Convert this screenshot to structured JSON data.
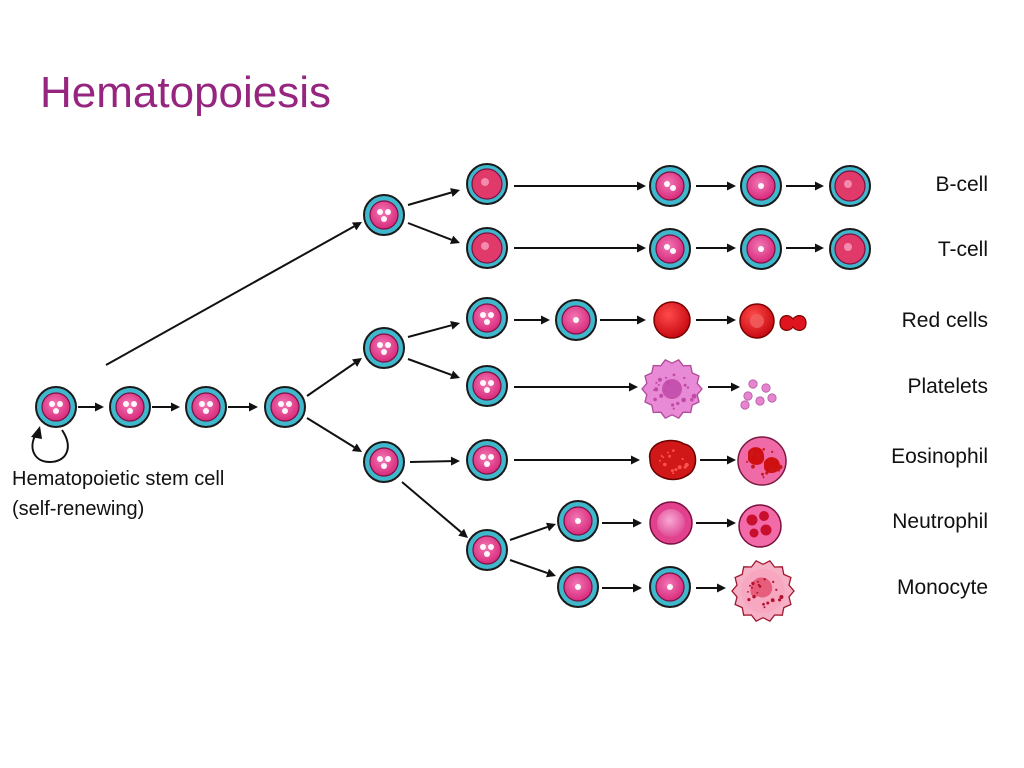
{
  "slide": {
    "title": "Hematopoiesis"
  },
  "stem_cell": {
    "label_line1": "Hematopoietic stem cell",
    "label_line2": "(self-renewing)"
  },
  "lineages": [
    {
      "id": "b-cell",
      "label": "B-cell"
    },
    {
      "id": "t-cell",
      "label": "T-cell"
    },
    {
      "id": "red-cells",
      "label": "Red cells"
    },
    {
      "id": "platelets",
      "label": "Platelets"
    },
    {
      "id": "eosinophil",
      "label": "Eosinophil"
    },
    {
      "id": "neutrophil",
      "label": "Neutrophil"
    },
    {
      "id": "monocyte",
      "label": "Monocyte"
    }
  ],
  "colors": {
    "title": "#96257f",
    "cell_membrane": "#3fb7cc",
    "cell_body": "#e23f8e",
    "nucleus": "#d42f6a",
    "red_cell": "#e3101d",
    "platelet": "#e88ad5",
    "arrow": "#111111"
  }
}
